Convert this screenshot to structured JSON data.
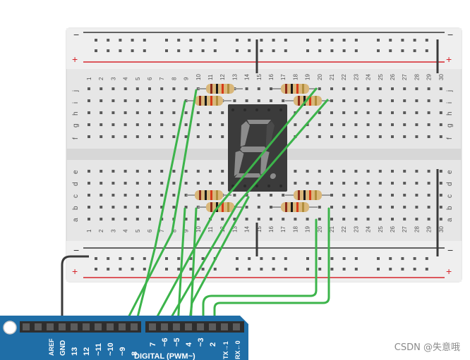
{
  "breadboard": {
    "rail_minus": "−",
    "rail_plus": "+",
    "column_numbers": [
      "1",
      "2",
      "3",
      "4",
      "5",
      "6",
      "7",
      "8",
      "9",
      "10",
      "11",
      "12",
      "13",
      "14",
      "15",
      "16",
      "17",
      "18",
      "19",
      "20",
      "21",
      "22",
      "23",
      "24",
      "25",
      "26",
      "27",
      "28",
      "29",
      "30"
    ],
    "rows_top": [
      "j",
      "i",
      "h",
      "g",
      "f"
    ],
    "rows_bottom": [
      "e",
      "d",
      "c",
      "b",
      "a"
    ]
  },
  "display": {
    "digit_shown": "6",
    "segment_on_color": "#8c8c8c",
    "segment_off_color": "#4a4a4a"
  },
  "arduino": {
    "pin_labels": [
      "AREF",
      "GND",
      "13",
      "12",
      "~11",
      "~10",
      "~9",
      "8",
      "7",
      "~6",
      "~5",
      "4",
      "~3",
      "2",
      "TX→1",
      "RX←0"
    ],
    "header_title": "DIGITAL (PWM~)"
  },
  "colors": {
    "wire_green": "#3cb44b",
    "wire_black": "#3a3a3a",
    "rail_red": "#d6252b",
    "arduino_blue": "#1f6ea7"
  },
  "watermark": "CSDN @失意哦"
}
